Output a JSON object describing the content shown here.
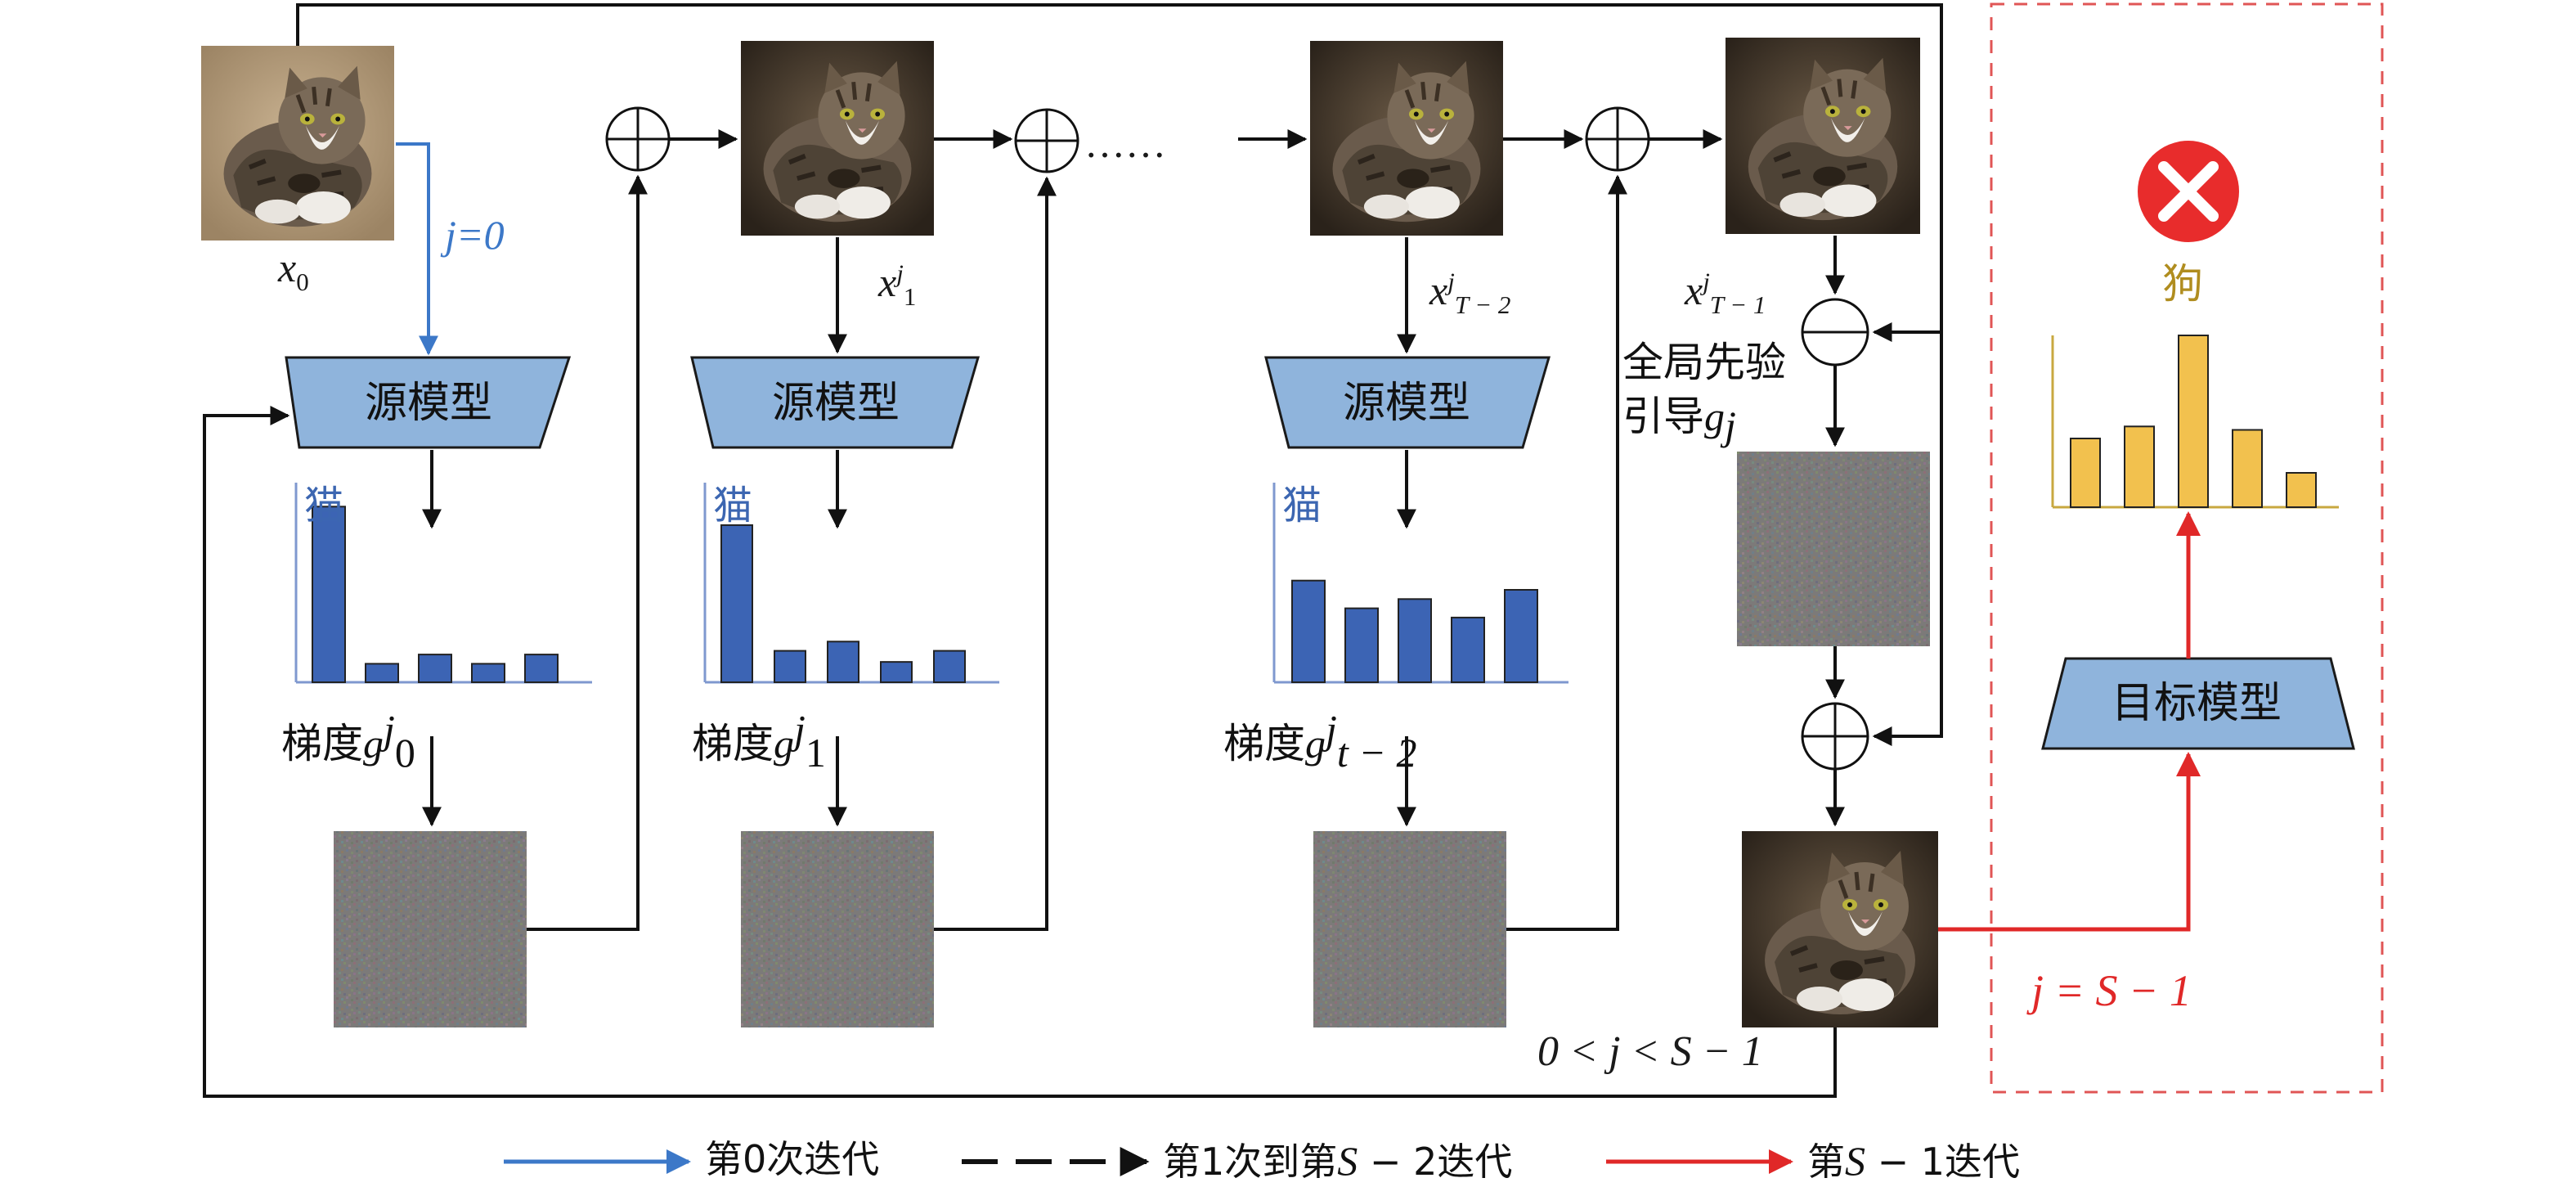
{
  "labels": {
    "source_model": "源模型",
    "target_model": "目标模型",
    "cat": "猫",
    "dog": "狗",
    "gradient_prefix": "梯度",
    "global_prior_line1": "全局先验",
    "global_prior_line2": "引导",
    "dots": "……",
    "x0_base": "x",
    "x0_sub": "0",
    "x1_base": "x",
    "x1_sub": "1",
    "x1_sup": "j",
    "xT2_base": "x",
    "xT2_sub": "T − 2",
    "xT2_sup": "j",
    "xT1_base": "x",
    "xT1_sub": "T − 1",
    "xT1_sup": "j",
    "g0_base": "g",
    "g0_sub": "0",
    "g0_sup": "j",
    "g1_base": "g",
    "g1_sub": "1",
    "g1_sup": "j",
    "gt2_base": "g",
    "gt2_sub": "t − 2",
    "gt2_sup": "j",
    "gj_base": "g",
    "gj_sub": "j",
    "j0": "j=0",
    "j_final": "j = S − 1",
    "j_range": "0 < j < S − 1"
  },
  "legend": {
    "iter0": "第0次迭代",
    "iter_mid_a": "第1次到第",
    "iter_mid_var": "S",
    "iter_mid_b": " − 2迭代",
    "iter_last_a": "第",
    "iter_last_var": "S",
    "iter_last_b": " − 1迭代"
  },
  "bars": {
    "hist_a": [
      0.95,
      0.1,
      0.15,
      0.1,
      0.15
    ],
    "hist_b": [
      0.85,
      0.17,
      0.22,
      0.11,
      0.17
    ],
    "hist_c": [
      0.55,
      0.4,
      0.45,
      0.35,
      0.5
    ],
    "hist_target": [
      0.4,
      0.47,
      1.0,
      0.45,
      0.2
    ]
  },
  "colors": {
    "blue_arrow": "#3c78c8",
    "red_arrow": "#e02828",
    "model_fill": "#8fb4dc",
    "bar_blue": "#3c64b4",
    "bar_gold": "#f2c14e",
    "bar_outline": "#222222",
    "dashed_box": "#e05555",
    "reject_red": "#e82c2c",
    "axis_blue": "#7f98cf",
    "axis_gold": "#c8a840"
  },
  "icons": {
    "reject": "red-x-circle-icon",
    "adder": "circle-plus-icon",
    "subtractor": "circle-minus-icon"
  }
}
